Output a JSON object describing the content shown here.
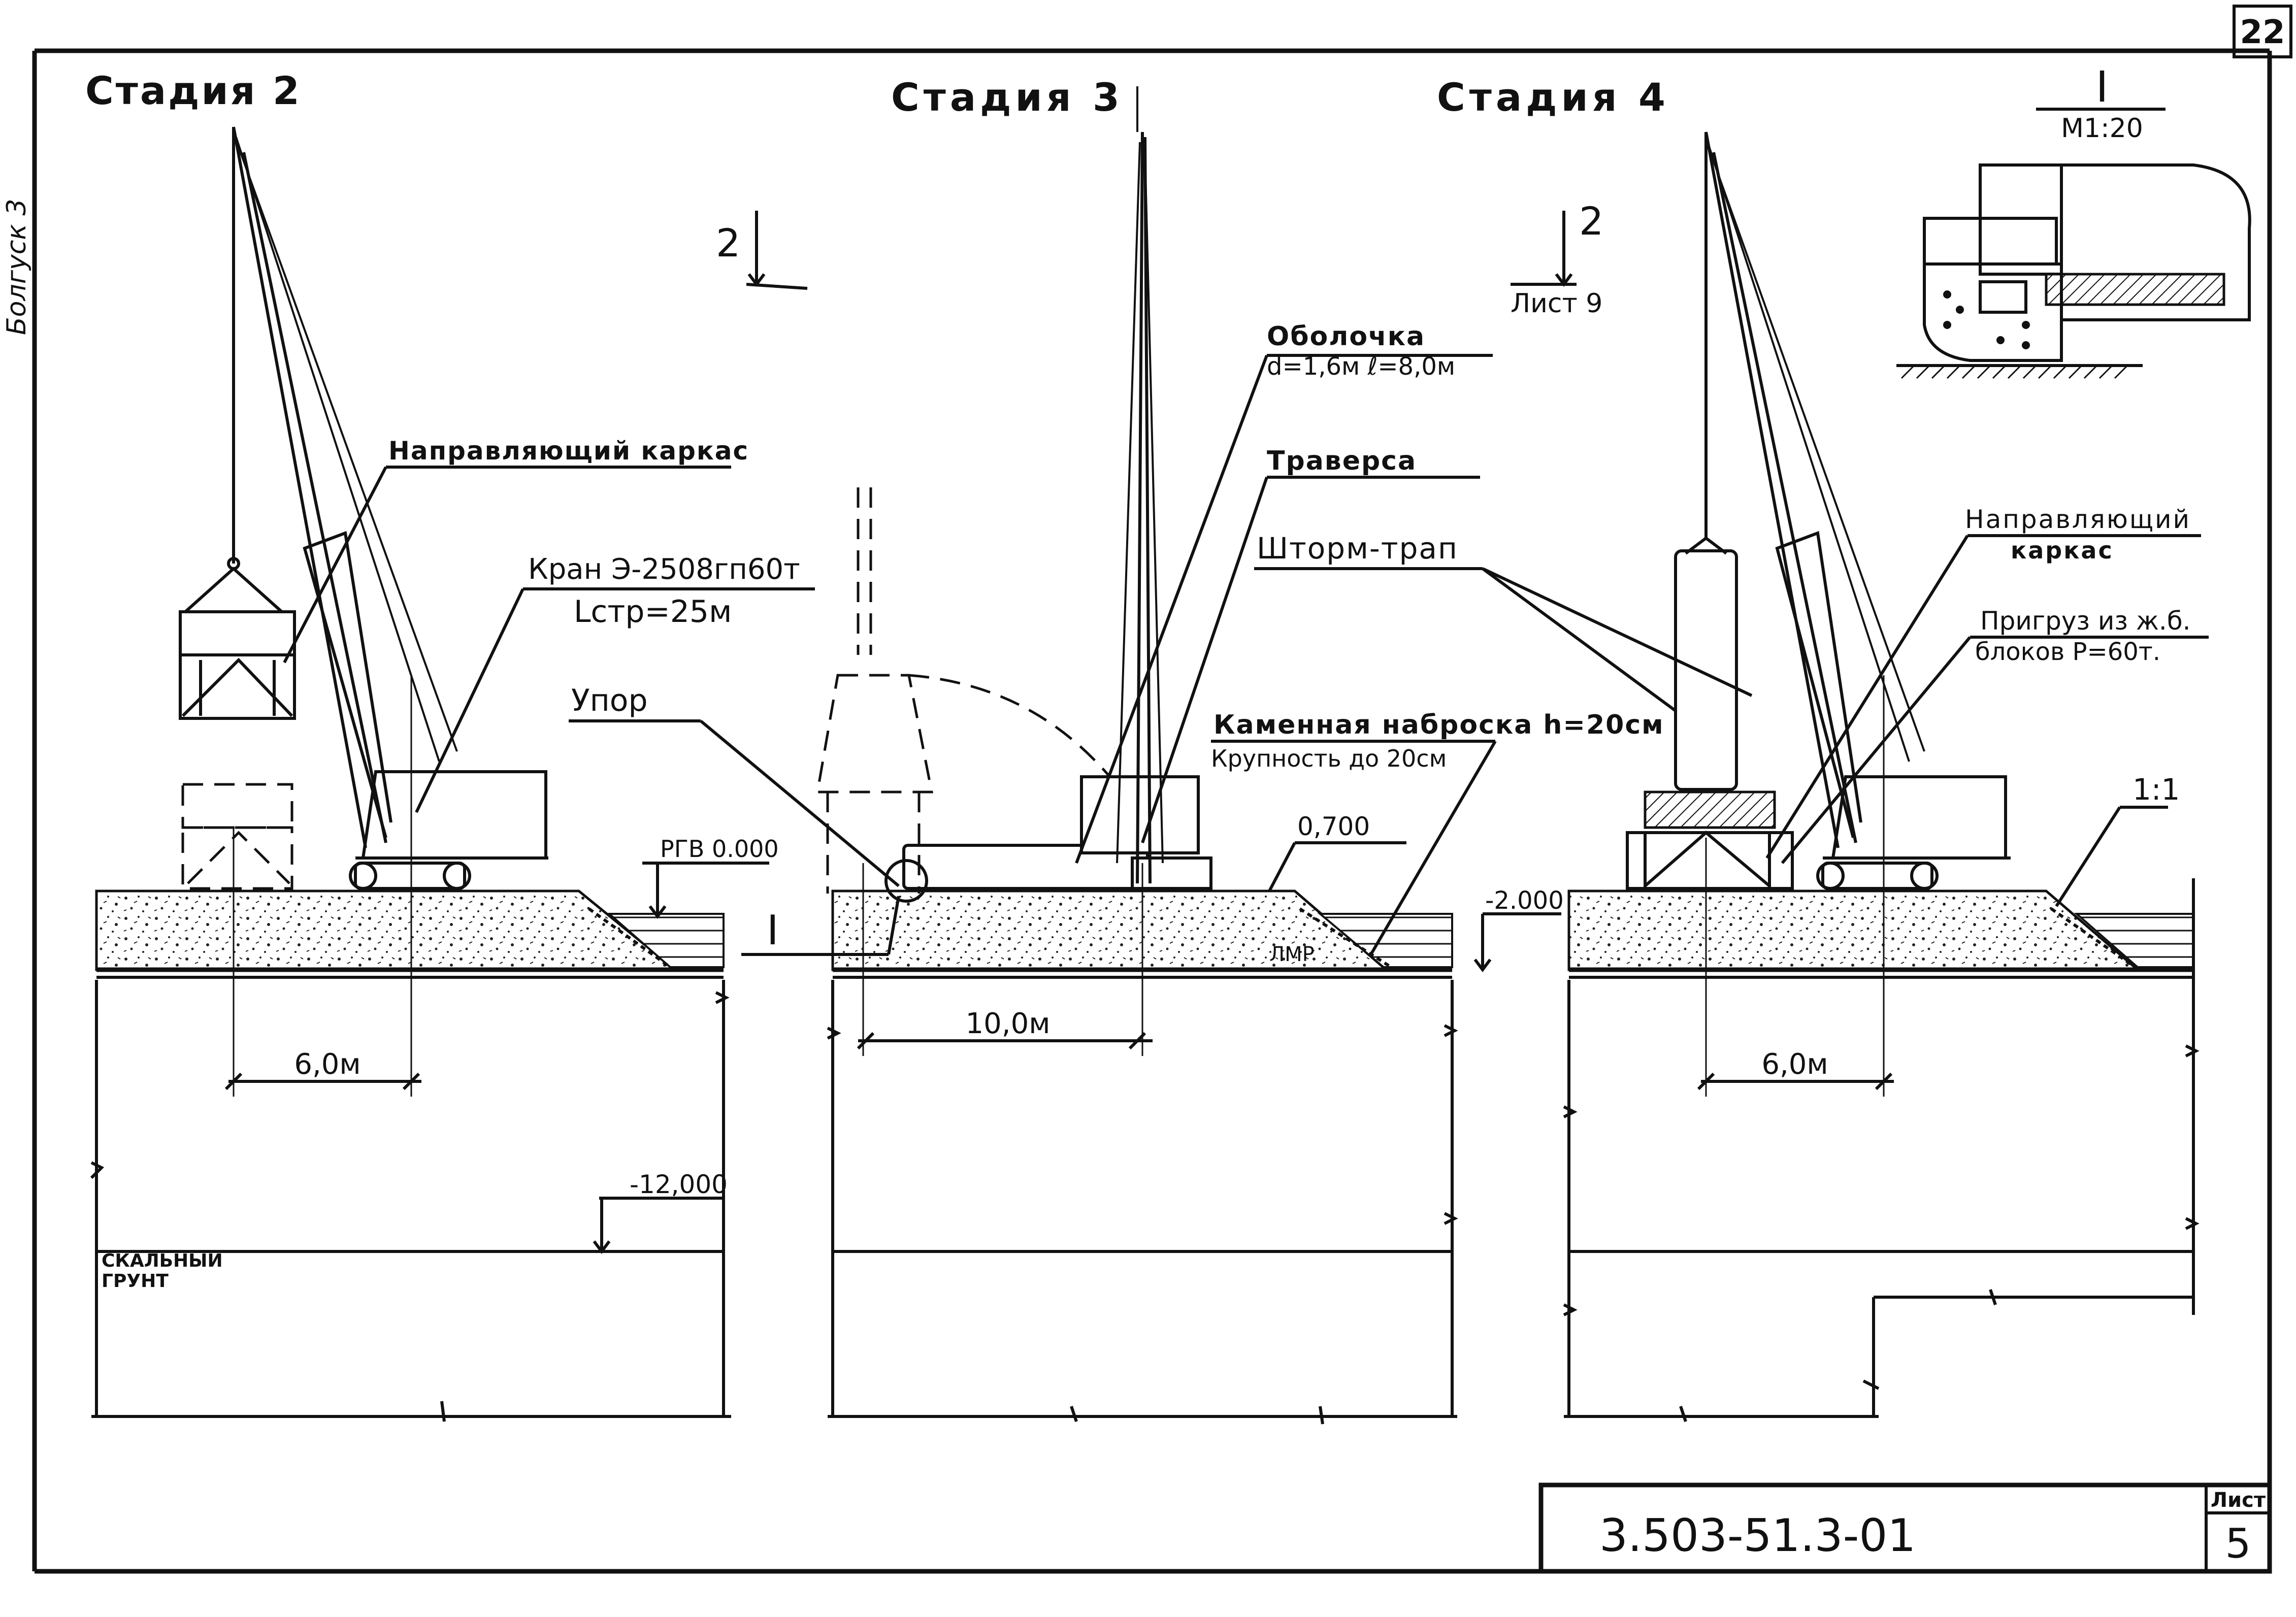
{
  "sheet": {
    "sheet_number_top": "22",
    "side_note": "Болгуск 3",
    "doc_code": "3.503-51.3-01",
    "list_label": "Лист",
    "list_number": "5"
  },
  "stages": {
    "stage2_title": "Стадия 2",
    "stage3_title": "Стадия 3",
    "stage4_title": "Стадия 4"
  },
  "section_marks": {
    "left_mark": "2",
    "right_mark": "2",
    "right_mark_ref": "Лист 9"
  },
  "detail": {
    "mark": "I",
    "scale": "М1:20",
    "callout_mark": "I"
  },
  "labels": {
    "guide_frame_left": "Направляющий каркас",
    "crane_line1": "Кран Э-2508гп60т",
    "crane_line2": "Lстр=25м",
    "stop": "Упор",
    "rgv": "РГВ 0.000",
    "rock_soil_1": "СКАЛЬНЫЙ",
    "rock_soil_2": "ГРУНТ",
    "shell_line1": "Оболочка",
    "shell_line2": "d=1,6м  ℓ=8,0м",
    "traverse": "Траверса",
    "storm_ladder": "Шторм-трап",
    "stone_fill_line1": "Каменная наброска h=20см",
    "stone_fill_line2": "Крупность до 20см",
    "lmr": "ЛМР",
    "guide_frame_right_1": "Направляющий",
    "guide_frame_right_2": "каркас",
    "surcharge_1": "Пригруз из ж.б.",
    "surcharge_2": "блоков Р=60т.",
    "slope": "1:1"
  },
  "elevations": {
    "e_0700": "0,700",
    "e_minus2000": "-2.000",
    "e_minus12000": "-12,000"
  },
  "dimensions": {
    "stage2_dim": "6,0м",
    "stage3_dim": "10,0м",
    "stage4_dim": "6,0м"
  }
}
